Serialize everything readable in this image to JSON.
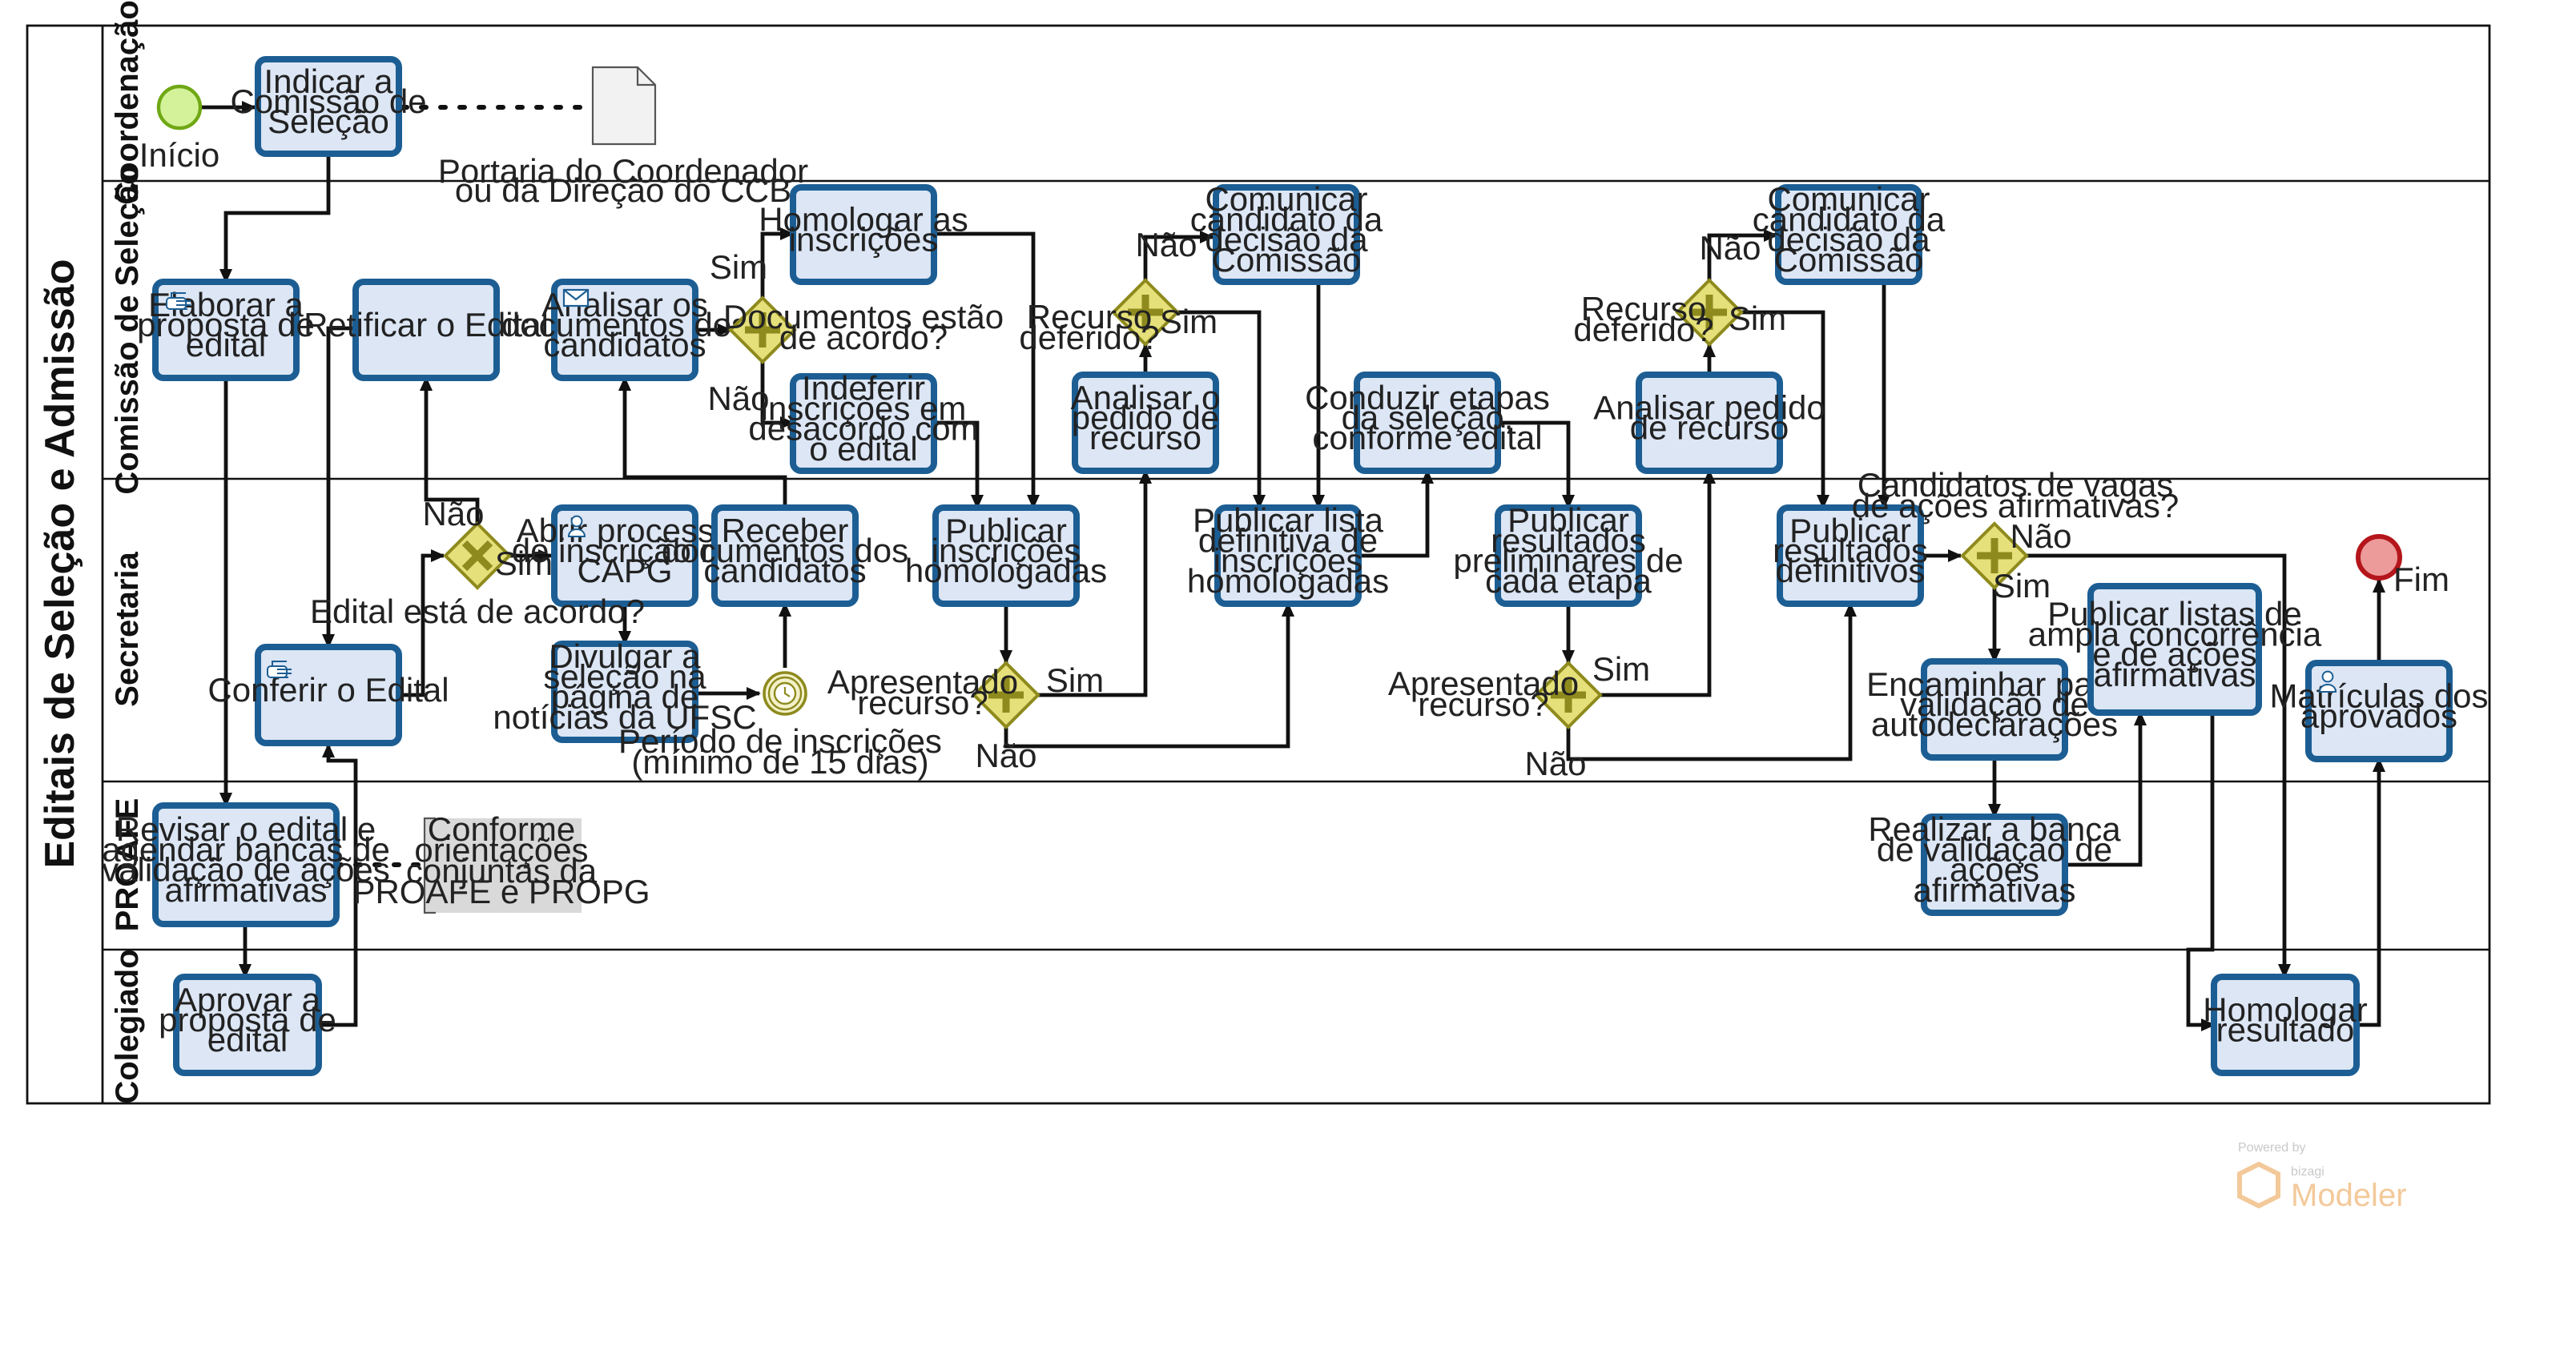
{
  "pool": {
    "title": "Editais de Seleção e Admissão"
  },
  "lanes": [
    "Coordenação",
    "Comissão de Seleção",
    "Secretaria",
    "PROAFE",
    "Colegiado"
  ],
  "tasks": {
    "indicar": [
      "Indicar a",
      "Comissão de",
      "Seleção"
    ],
    "elaborar": [
      "Elaborar a",
      "proposta de",
      "edital"
    ],
    "retificar": [
      "Retificar o Edital"
    ],
    "analisar_docs": [
      "Analisar os",
      "documentos dos",
      "candidatos"
    ],
    "homologar_insc": [
      "Homologar as",
      "inscrições"
    ],
    "indeferir": [
      "Indeferir",
      "inscrições em",
      "desacordo com",
      "o edital"
    ],
    "analisar_rec1": [
      "Analisar o",
      "pedido de",
      "recurso"
    ],
    "comunicar1": [
      "Comunicar",
      "candidato da",
      "decisão da",
      "Comissão"
    ],
    "conduzir": [
      "Conduzir etapas",
      "da seleção,",
      "conforme edital"
    ],
    "analisar_rec2": [
      "Analisar pedido",
      "de recurso"
    ],
    "comunicar2": [
      "Comunicar",
      "candidato da",
      "decisão da",
      "Comissão"
    ],
    "abrir": [
      "Abrir processo",
      "de inscrição no",
      "CAPG"
    ],
    "receber": [
      "Receber",
      "documentos dos",
      "candidatos"
    ],
    "publicar_homol": [
      "Publicar",
      "inscrições",
      "homologadas"
    ],
    "publicar_lista": [
      "Publicar lista",
      "definitiva de",
      "inscrições",
      "homologadas"
    ],
    "publicar_prelim": [
      "Publicar",
      "resultados",
      "preliminares de",
      "cada etapa"
    ],
    "publicar_def": [
      "Publicar",
      "resultados",
      "definitivos"
    ],
    "conferir": [
      "Conferir o Edital"
    ],
    "divulgar": [
      "Divulgar a",
      "seleção na",
      "página de",
      "notícias da UFSC"
    ],
    "encaminhar": [
      "Encaminhar para",
      "validação de",
      "autodeclarações"
    ],
    "publicar_listas": [
      "Publicar listas de",
      "ampla concorrência",
      "e de ações",
      "afirmativas"
    ],
    "matriculas": [
      "Matrículas dos",
      "aprovados"
    ],
    "revisar": [
      "Revisar o edital e",
      "agendar bancas de",
      "validação de ações",
      "afirmativas"
    ],
    "realizar": [
      "Realizar a banca",
      "de validação de",
      "ações",
      "afirmativas"
    ],
    "aprovar": [
      "Aprovar a",
      "proposta de",
      "edital"
    ],
    "homologar_res": [
      "Homologar",
      "resultado"
    ]
  },
  "labels": {
    "inicio": "Início",
    "fim": "Fim",
    "portaria": [
      "Portaria do Coordenador",
      "ou da Direção do CCB"
    ],
    "conforme": [
      "Conforme",
      "orientações",
      "conjuntas da",
      "PROAFE e PROPG"
    ],
    "docs_acordo": [
      "Documentos estão",
      "de acordo?"
    ],
    "edital_acordo": "Edital está de acordo?",
    "periodo": [
      "Período de inscrições",
      "(mínimo de 15 dias)"
    ],
    "recurso_deferido": [
      "Recurso",
      "deferido?"
    ],
    "apresentado_recurso": [
      "Apresentado",
      "recurso?"
    ],
    "candidatos_vagas": [
      "Candidatos de vagas",
      "de ações afirmativas?"
    ],
    "sim": "Sim",
    "nao": "Não"
  },
  "branding": {
    "powered_by": "Powered by",
    "bizagi": "bizagi",
    "modeler": "Modeler"
  },
  "colors": {
    "task_fill": "#dce6f5",
    "task_stroke": "#1c5e93",
    "gateway_fill": "#e5e07a",
    "gateway_stroke": "#8e8a1d",
    "start_fill": "#d4f29a",
    "start_stroke": "#6fa814",
    "end_fill": "#ec9a9a",
    "end_stroke": "#b4161b",
    "annotation_fill": "#d9d9d9",
    "logo": "#f3c99a"
  }
}
